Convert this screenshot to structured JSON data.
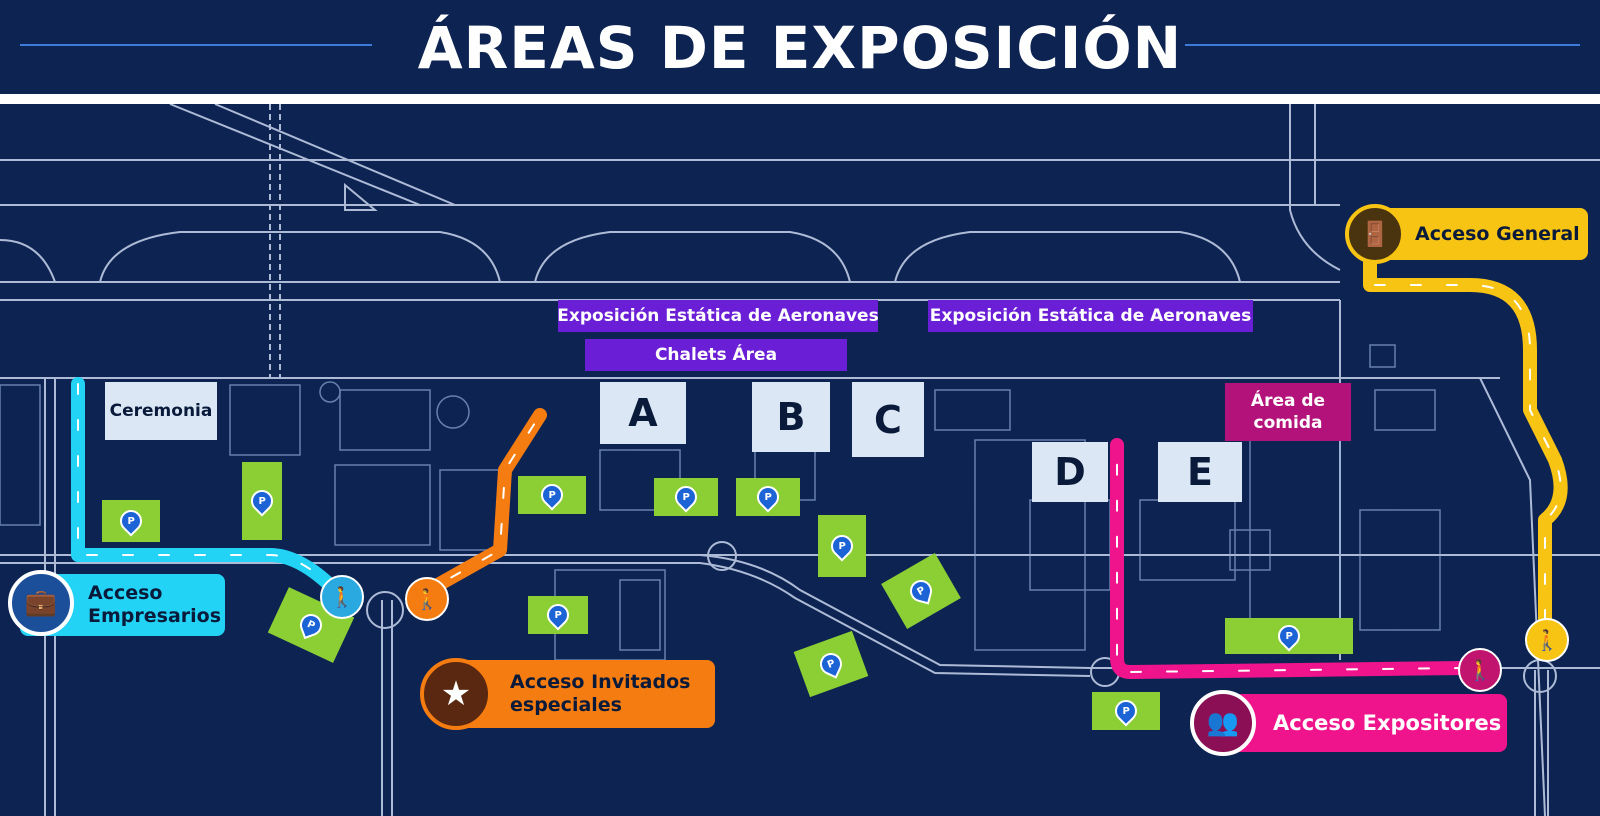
{
  "title": "ÁREAS DE EXPOSICIÓN",
  "colors": {
    "background": "#0d2352",
    "empresarios": "#22d3f5",
    "invitados": "#f57c10",
    "expositores": "#f0148c",
    "general": "#f7c414",
    "parking": "#8ccf35",
    "labels": "#6a1fd6",
    "food": "#b3127a"
  },
  "labels": {
    "static_exhibition_1": "Exposición Estática de Aeronaves",
    "static_exhibition_2": "Exposición Estática de Aeronaves",
    "chalets": "Chalets Área",
    "ceremonia": "Ceremonia",
    "food_line1": "Área de",
    "food_line2": "comida"
  },
  "halls": [
    "A",
    "B",
    "C",
    "D",
    "E"
  ],
  "parking_symbol": "P",
  "accesses": {
    "empresarios": {
      "line1": "Acceso",
      "line2": "Empresarios",
      "icon": "briefcase-icon"
    },
    "invitados": {
      "line1": "Acceso Invitados",
      "line2": "especiales",
      "icon": "star-icon"
    },
    "expositores": {
      "label": "Acceso Expositores",
      "icon": "group-icon"
    },
    "general": {
      "label": "Acceso General",
      "icon": "door-exit-icon"
    }
  }
}
